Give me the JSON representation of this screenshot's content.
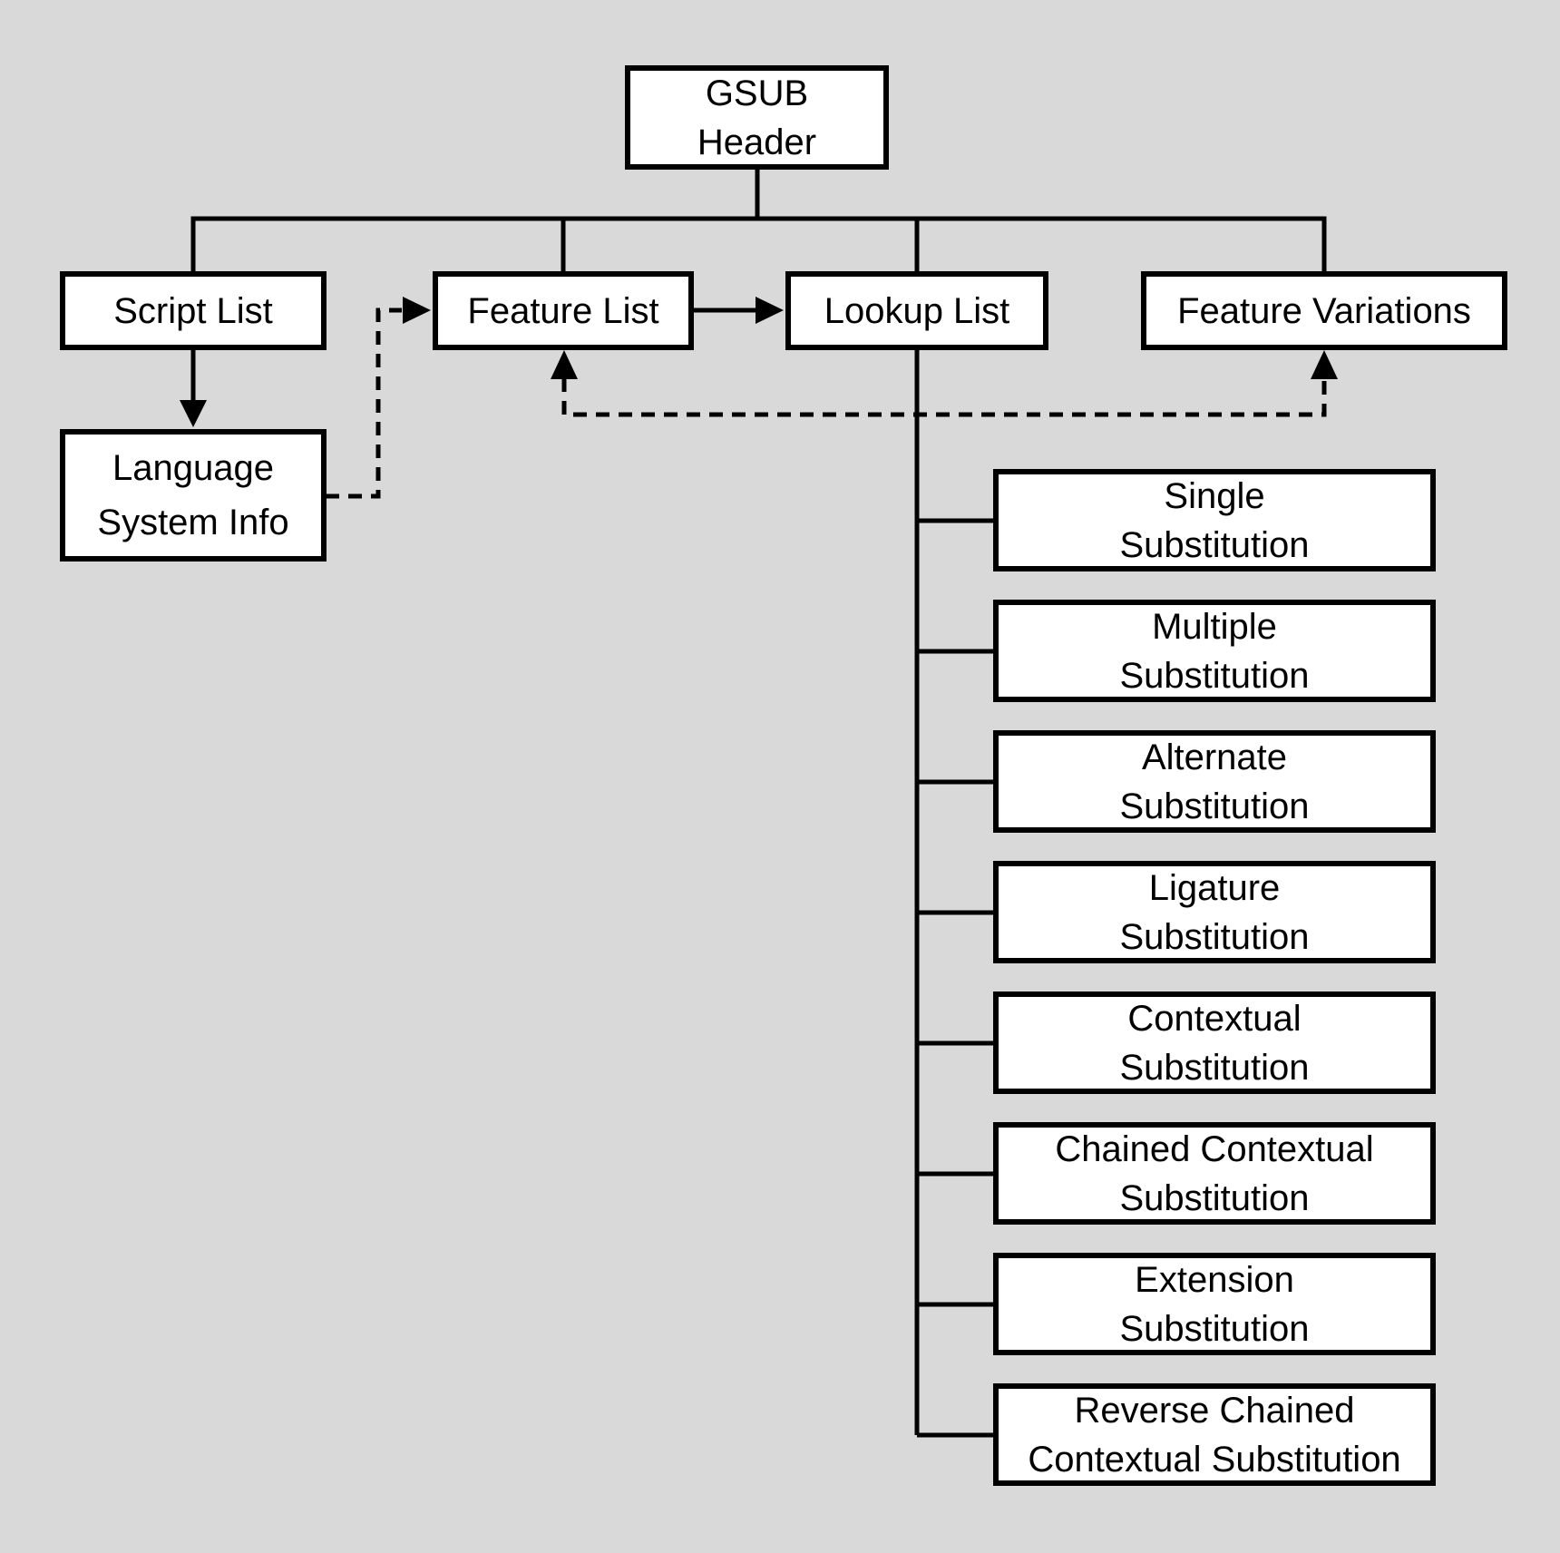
{
  "diagram": {
    "colors": {
      "background": "#d9d9d9",
      "box_fill": "#ffffff",
      "line": "#000000"
    },
    "header_box": {
      "line1": "GSUB",
      "line2": "Header"
    },
    "row2": {
      "script_list": {
        "label": "Script List"
      },
      "feature_list": {
        "label": "Feature List"
      },
      "lookup_list": {
        "label": "Lookup List"
      },
      "feature_variations": {
        "label": "Feature Variations"
      }
    },
    "language_system": {
      "line1": "Language",
      "line2": "System Info"
    },
    "lookup_types": [
      {
        "line1": "Single",
        "line2": "Substitution"
      },
      {
        "line1": "Multiple",
        "line2": "Substitution"
      },
      {
        "line1": "Alternate",
        "line2": "Substitution"
      },
      {
        "line1": "Ligature",
        "line2": "Substitution"
      },
      {
        "line1": "Contextual",
        "line2": "Substitution"
      },
      {
        "line1": "Chained Contextual",
        "line2": "Substitution"
      },
      {
        "line1": "Extension",
        "line2": "Substitution"
      },
      {
        "line1": "Reverse Chained",
        "line2": "Contextual Substitution"
      }
    ]
  }
}
